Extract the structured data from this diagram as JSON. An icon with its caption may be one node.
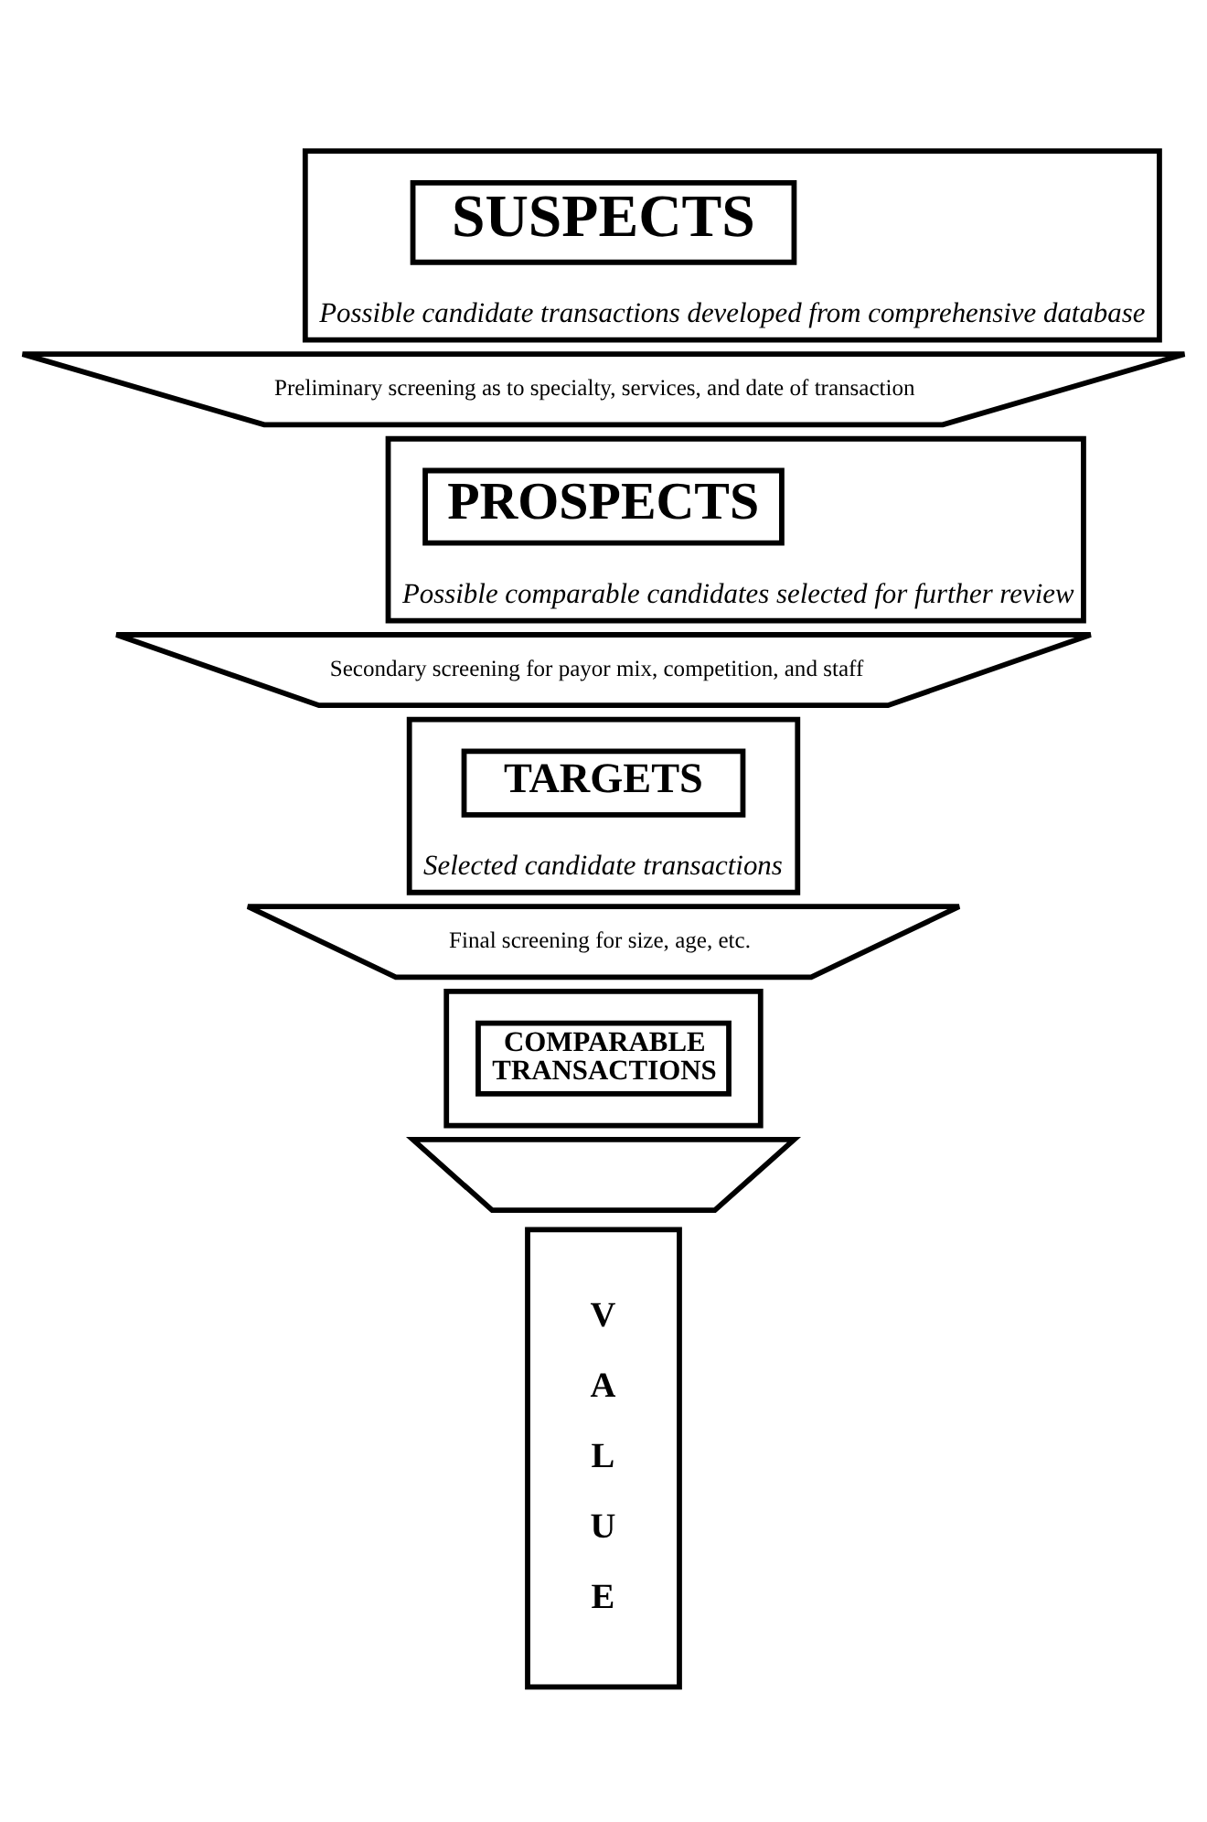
{
  "diagram": {
    "nodes": [
      {
        "text": [
          "Possible candidate transactions developed from comprehensive database"
        ]
      },
      {
        "text": [
          "SUSPECTS"
        ],
        "in": 0
      },
      {
        "text": [
          "Preliminary screening as to specialty, services, and date of transaction"
        ]
      },
      {
        "text": [
          "Possible comparable candidates selected for further review"
        ]
      },
      {
        "text": [
          "PROSPECTS"
        ],
        "in": 3
      },
      {
        "text": [
          "Secondary screening for payor mix, competition, and staff"
        ]
      },
      {
        "text": [
          "Selected candidate transactions"
        ]
      },
      {
        "text": [
          "TARGETS"
        ],
        "in": 6
      },
      {
        "text": [
          "Final screening for size, age, etc."
        ]
      },
      {
        "text": [],
        "shape": "box"
      },
      {
        "text": [
          "COMPARABLE TRANSACTIONS"
        ],
        "in": 9
      },
      {
        "text": [],
        "shape": "trapezoid"
      },
      {
        "text": [
          "V A L U E"
        ]
      }
    ]
  }
}
